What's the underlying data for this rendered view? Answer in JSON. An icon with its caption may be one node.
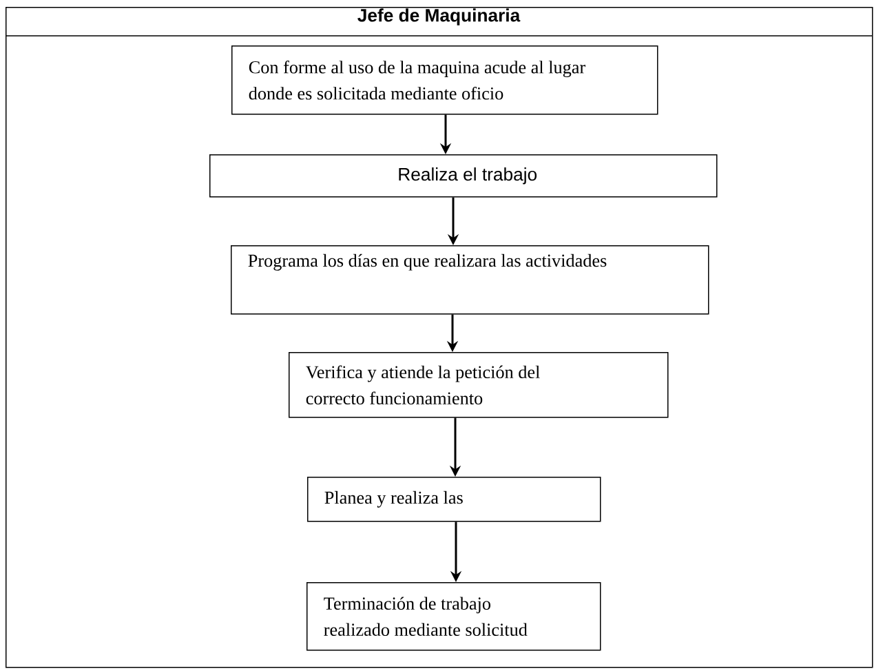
{
  "diagram": {
    "nodes": [
      {
        "text": [
          "Jefe de Maquinaria"
        ]
      },
      {
        "text": [
          "Con forme al uso de la maquina acude al lugar donde es solicitada mediante oficio"
        ],
        "in": 0
      },
      {
        "text": [
          "Realiza el trabajo"
        ],
        "in": 0
      },
      {
        "text": [
          "Programa los días en que realizara las actividades"
        ],
        "in": 0
      },
      {
        "text": [
          "Verifica y atiende la petición del correcto funcionamiento"
        ],
        "in": 0
      },
      {
        "text": [
          "Planea y realiza las"
        ],
        "in": 0
      },
      {
        "text": [
          "Terminación de trabajo realizado mediante solicitud"
        ],
        "in": 0
      }
    ],
    "edges": [
      {
        "from": 1,
        "to": 2,
        "arrow": "to"
      },
      {
        "from": 2,
        "to": 3,
        "arrow": "to"
      },
      {
        "from": 3,
        "to": 4,
        "arrow": "to"
      },
      {
        "from": 4,
        "to": 5,
        "arrow": "to"
      },
      {
        "from": 5,
        "to": 6,
        "arrow": "to"
      }
    ]
  }
}
